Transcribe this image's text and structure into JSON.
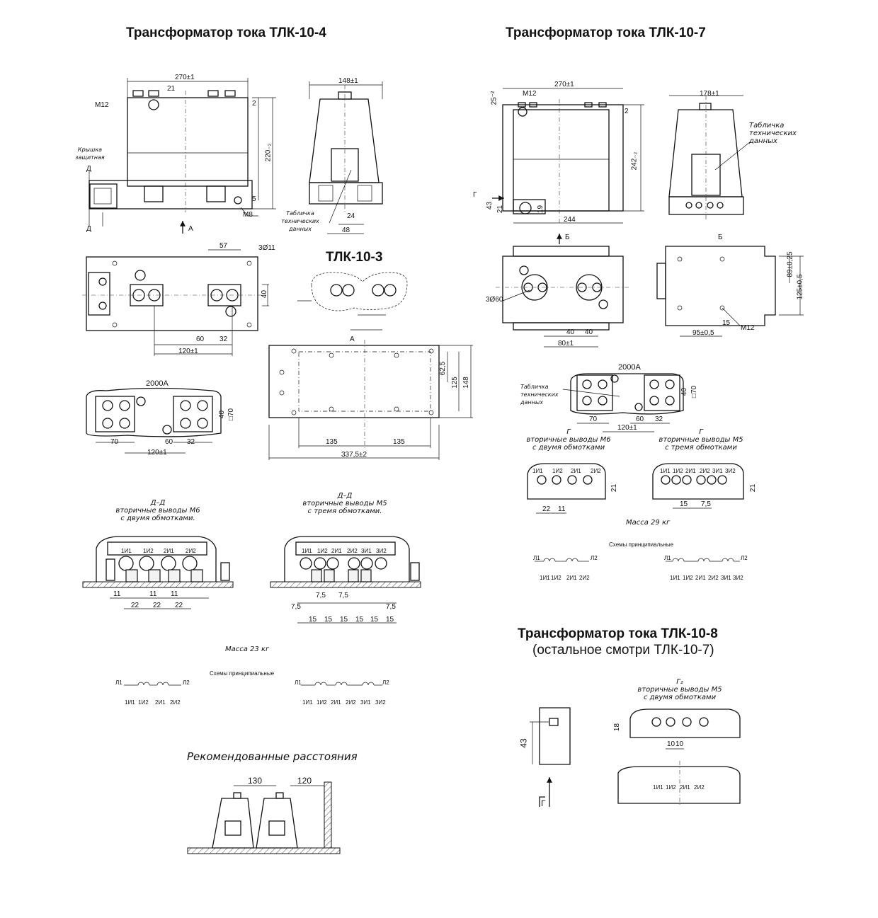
{
  "titles": {
    "tlk104": "Трансформатор тока ТЛК-10-4",
    "tlk107": "Трансформатор тока ТЛК-10-7",
    "tlk103": "ТЛК-10-3",
    "tlk108": "Трансформатор тока ТЛК-10-8",
    "tlk108_sub": "(остальное смотри ТЛК-10-7)"
  },
  "tlk104": {
    "front": {
      "width": "270±1",
      "m12": "М12",
      "d21": "21",
      "h2": "2",
      "h220": "220₋₂",
      "h5": "5",
      "m8": "М8",
      "cover": "Крышка защитная",
      "sec_d": "Д",
      "view_a": "А"
    },
    "side": {
      "width": "148±1",
      "plate": "Табличка технических данных",
      "d24": "24",
      "d48": "48"
    },
    "top": {
      "d57": "57",
      "d311": "3Ø11",
      "d40": "40",
      "d60": "60",
      "d32": "32",
      "d120": "120±1"
    },
    "a2000": {
      "label": "2000А",
      "d70": "70",
      "d60": "60",
      "d32": "32",
      "d40": "40",
      "sq70": "□70",
      "d120": "120±1"
    },
    "base": {
      "view": "А",
      "d62": "62,5",
      "d125": "125",
      "d148": "148",
      "d135a": "135",
      "d135b": "135",
      "d337": "337,5±2"
    },
    "dd_m6": {
      "title": "Д–Д\nвторичные выводы М6\nс двумя обмотками.",
      "terms": [
        "1И1",
        "1И2",
        "2И1",
        "2И2"
      ],
      "dims": [
        "11",
        "11",
        "11",
        "22",
        "22",
        "22"
      ]
    },
    "dd_m5": {
      "title": "Д–Д\nвторичные выводы М5\nс тремя обмотками.",
      "terms": [
        "1И1",
        "1И2",
        "2И1",
        "2И2",
        "3И1",
        "3И2"
      ],
      "dims": [
        "7,5",
        "7,5",
        "7,5",
        "7,5",
        "15",
        "15",
        "15",
        "15",
        "15",
        "15"
      ]
    },
    "mass": "Масса 23 кг",
    "schemes": "Схемы принципиальные",
    "scheme_l1": "Л1",
    "scheme_l2": "Л2",
    "scheme2_terms": [
      "1И1",
      "1И2",
      "2И1",
      "2И2"
    ],
    "scheme3_terms": [
      "1И1",
      "1И2",
      "2И1",
      "2И2",
      "3И1",
      "3И2"
    ]
  },
  "recommended": {
    "title": "Рекомендованные расстояния",
    "d130": "130",
    "d120": "120"
  },
  "tlk107": {
    "front": {
      "width": "270±1",
      "m12": "М12",
      "d25": "25⁻²",
      "h2": "2",
      "h242": "242₋₂",
      "d43": "43",
      "d21": "21",
      "d19": "19",
      "d244": "244",
      "view_g": "Г",
      "view_b": "Б"
    },
    "side": {
      "width": "178±1",
      "plate": "Табличка технических данных"
    },
    "top": {
      "d360": "3Ø60",
      "d40a": "40",
      "d40b": "40",
      "d80": "80±1"
    },
    "view_b": {
      "label": "Б",
      "d89": "89±0,25",
      "d125": "125±0,5",
      "d95": "95±0,5",
      "d15": "15",
      "m12": "М12"
    },
    "a2000": {
      "label": "2000А",
      "plate": "Табличка технических данных",
      "d40": "40",
      "sq70": "□70",
      "d70": "70",
      "d60": "60",
      "d32": "32",
      "d120": "120±1"
    },
    "g_m6": {
      "title": "Г\nвторичные выводы М6\nс двумя обмотками",
      "terms": [
        "1И1",
        "1И2",
        "2И1",
        "2И2"
      ],
      "d22": "22",
      "d11": "11",
      "d21": "21"
    },
    "g_m5": {
      "title": "Г\nвторичные выводы М5\nс тремя обмотками",
      "terms": [
        "1И1",
        "1И2",
        "2И1",
        "2И2",
        "3И1",
        "3И2"
      ],
      "d15": "15",
      "d75": "7,5",
      "d21": "21"
    },
    "mass": "Масса 29 кг",
    "schemes": "Схемы принципиальные"
  },
  "tlk108": {
    "g_m5": {
      "title": "Г₂\nвторичные выводы М5\nс двумя обмотками",
      "d18": "18",
      "d10a": "10",
      "d10b": "10"
    },
    "d43": "43",
    "view_g": "Г",
    "terms": [
      "1И1",
      "1И2",
      "2И1",
      "2И2"
    ]
  }
}
